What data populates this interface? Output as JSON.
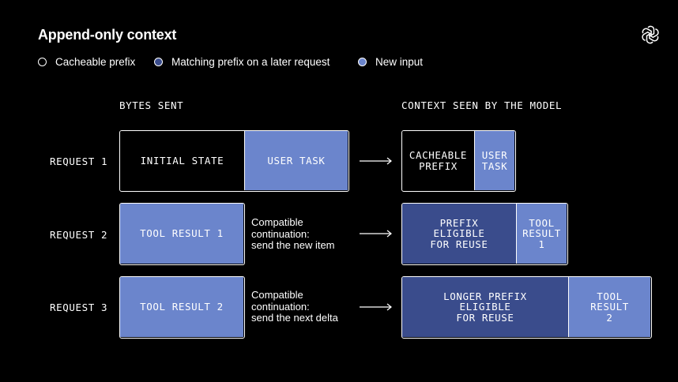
{
  "title": "Append-only context",
  "legend": [
    {
      "label": "Cacheable prefix",
      "color": "#000000"
    },
    {
      "label": "Matching prefix on a later request",
      "color": "#3a4c8c"
    },
    {
      "label": "New input",
      "color": "#6b85cc"
    }
  ],
  "columns": {
    "left": "BYTES SENT",
    "right": "CONTEXT SEEN BY THE MODEL"
  },
  "rows": [
    {
      "label": "REQUEST 1",
      "sent": [
        "INITIAL STATE",
        "USER TASK"
      ],
      "note": "",
      "context": [
        "CACHEABLE\nPREFIX",
        "USER\nTASK"
      ]
    },
    {
      "label": "REQUEST 2",
      "sent": [
        "TOOL RESULT 1"
      ],
      "note": "Compatible\ncontinuation:\nsend the new item",
      "context": [
        "PREFIX\nELIGIBLE\nFOR REUSE",
        "TOOL\nRESULT\n1"
      ]
    },
    {
      "label": "REQUEST 3",
      "sent": [
        "TOOL RESULT 2"
      ],
      "note": "Compatible\ncontinuation:\nsend the next delta",
      "context": [
        "LONGER PREFIX\nELIGIBLE\nFOR REUSE",
        "TOOL\nRESULT\n2"
      ]
    }
  ],
  "colors": {
    "background": "#000000",
    "new_input": "#6b85cc",
    "matching_prefix": "#3a4c8c"
  },
  "icons": {
    "logo": "openai-logo-icon",
    "arrow": "right-arrow-icon"
  }
}
